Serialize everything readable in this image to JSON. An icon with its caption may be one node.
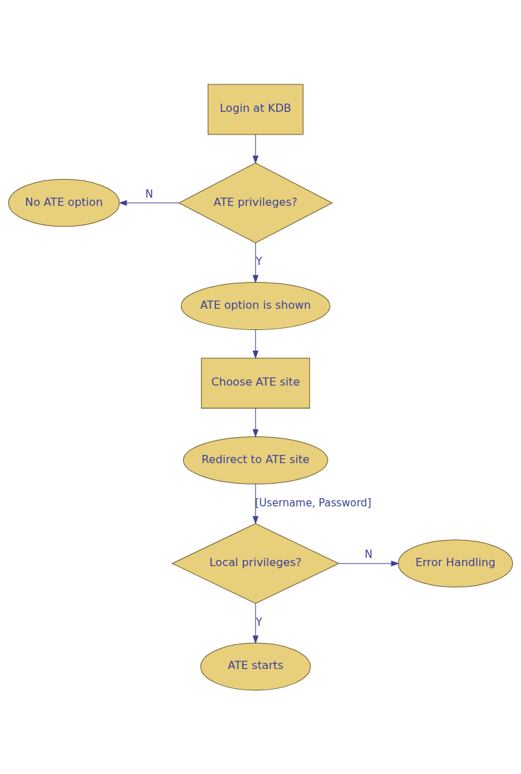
{
  "diagram": {
    "nodes": [
      {
        "text": [
          "Login at KDB"
        ]
      },
      {
        "text": [
          "ATE privileges?"
        ]
      },
      {
        "text": [
          "No ATE option"
        ]
      },
      {
        "text": [
          "ATE option is shown"
        ]
      },
      {
        "text": [
          "Choose ATE site"
        ]
      },
      {
        "text": [
          "Redirect to ATE site"
        ]
      },
      {
        "text": [
          "Local privileges?"
        ]
      },
      {
        "text": [
          "Error Handling"
        ]
      },
      {
        "text": [
          "ATE starts"
        ]
      }
    ],
    "edges": [
      {
        "from": 0,
        "to": 1,
        "arrow": "to"
      },
      {
        "from": 1,
        "to": 2,
        "arrow": "to",
        "label": "N"
      },
      {
        "from": 1,
        "to": 3,
        "arrow": "to",
        "label": "Y"
      },
      {
        "from": 3,
        "to": 4,
        "arrow": "to"
      },
      {
        "from": 4,
        "to": 5,
        "arrow": "to"
      },
      {
        "from": 5,
        "to": 6,
        "arrow": "to",
        "label": "[Username, Password]"
      },
      {
        "from": 6,
        "to": 7,
        "arrow": "to",
        "label": "N"
      },
      {
        "from": 6,
        "to": 8,
        "arrow": "to",
        "label": "Y"
      }
    ]
  }
}
